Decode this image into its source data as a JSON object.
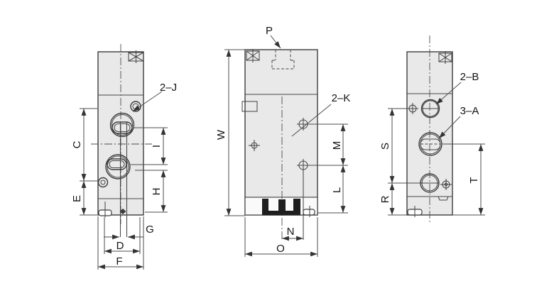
{
  "description": "Three-view dimensional engineering drawing of a pneumatic solenoid valve body",
  "colors": {
    "background": "#ffffff",
    "body_fill": "#e9e9e9",
    "subbase_fill": "#fafafa",
    "outline": "#3d3d3d",
    "dimension_line": "#4c4c4c",
    "terminal_pin_fill": "#1e1e1e",
    "text": "#141414"
  },
  "views": {
    "left_view": {
      "callout": "2–J",
      "dim_c": "C",
      "dim_e": "E",
      "dim_i": "I",
      "dim_h": "H",
      "dim_g": "G",
      "dim_d": "D",
      "dim_f": "F"
    },
    "front_view": {
      "callout_top": "P",
      "callout_side": "2–K",
      "dim_w": "W",
      "dim_m": "M",
      "dim_l": "L",
      "dim_n": "N",
      "dim_o": "O"
    },
    "right_view": {
      "callout_upper": "2–B",
      "callout_lower": "3–A",
      "dim_s": "S",
      "dim_r": "R",
      "dim_t": "T"
    }
  }
}
